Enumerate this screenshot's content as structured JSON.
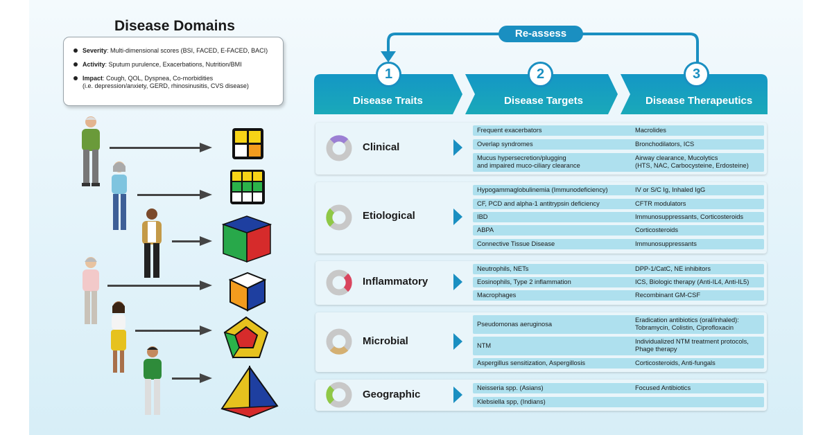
{
  "left": {
    "title": "Disease Domains",
    "items": [
      {
        "label": "Severity",
        "text": ": Multi-dimensional scores (BSI, FACED, E-FACED, BACI)"
      },
      {
        "label": "Activity",
        "text": ": Sputum purulence, Exacerbations, Nutrition/BMI"
      },
      {
        "label": "Impact",
        "text": ": Cough, QOL, Dyspnea, Co-morbidities",
        "text2": "(i.e. depression/anxiety, GERD, rhinosinusitis, CVS disease)"
      }
    ]
  },
  "header": {
    "reassess": "Re-assess",
    "steps": [
      {
        "num": "1",
        "label": "Disease Traits"
      },
      {
        "num": "2",
        "label": "Disease Targets"
      },
      {
        "num": "3",
        "label": "Disease Therapeutics"
      }
    ]
  },
  "domains": [
    {
      "name": "Clinical",
      "accent": "#9b7fd4",
      "rows": [
        {
          "target": "Frequent exacerbators",
          "therapy": "Macrolides"
        },
        {
          "target": "Overlap syndromes",
          "therapy": "Bronchodilators, ICS"
        },
        {
          "target": "Mucus hypersecretion/plugging",
          "target2": "and impaired muco-ciliary clearance",
          "therapy": "Airway clearance, Mucolytics",
          "therapy2": "(HTS, NAC, Carbocysteine, Erdosteine)"
        }
      ]
    },
    {
      "name": "Etiological",
      "accent": "#8fc846",
      "rows": [
        {
          "target": "Hypogammaglobulinemia (Immunodeficiency)",
          "therapy": "IV or S/C Ig, Inhaled IgG"
        },
        {
          "target": "CF, PCD and alpha-1 antitrypsin deficiency",
          "therapy": "CFTR modulators"
        },
        {
          "target": "IBD",
          "therapy": "Immunosuppressants, Corticosteroids"
        },
        {
          "target": "ABPA",
          "therapy": "Corticosteroids"
        },
        {
          "target": "Connective Tissue Disease",
          "therapy": "Immunosuppressants"
        }
      ]
    },
    {
      "name": "Inflammatory",
      "accent": "#d9455e",
      "rows": [
        {
          "target": "Neutrophils, NETs",
          "therapy": "DPP-1/CatC, NE inhibitors"
        },
        {
          "target": "Eosinophils, Type 2 inflammation",
          "therapy": "ICS, Biologic therapy (Anti-IL4, Anti-IL5)"
        },
        {
          "target": "Macrophages",
          "therapy": "Recombinant GM-CSF"
        }
      ]
    },
    {
      "name": "Microbial",
      "accent": "#d4b072",
      "rows": [
        {
          "target": "Pseudomonas aeruginosa",
          "therapy": "Eradication antibiotics (oral/inhaled):",
          "therapy2": "Tobramycin, Colistin, Ciprofloxacin"
        },
        {
          "target": "NTM",
          "therapy": "Individualized NTM treatment protocols,",
          "therapy2": "Phage therapy"
        },
        {
          "target": "Aspergillus sensitization, Aspergillosis",
          "therapy": "Corticosteroids, Anti-fungals"
        }
      ]
    },
    {
      "name": "Geographic",
      "accent": "#8fc846",
      "rows": [
        {
          "target": "Neisseria spp. (Asians)",
          "therapy": "Focused Antibiotics"
        },
        {
          "target": "Klebsiella spp, (Indians)",
          "therapy": ""
        }
      ]
    }
  ],
  "colors": {
    "teal_dark": "#1a8fc1",
    "teal_light": "#1fb2b8",
    "row": "#aee0ee"
  }
}
